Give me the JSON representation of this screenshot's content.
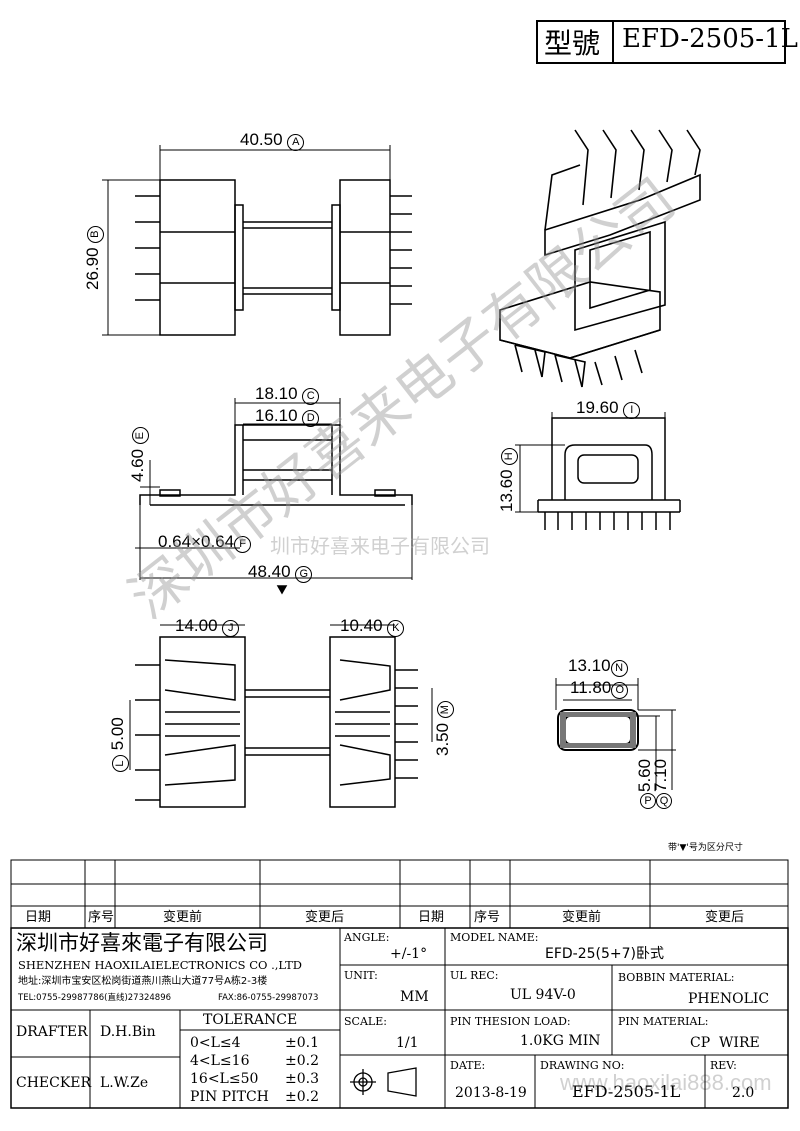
{
  "title_box": {
    "label": "型號",
    "model": "EFD-2505-1L"
  },
  "dimensions": {
    "A": "40.50",
    "B": "26.90",
    "C": "18.10",
    "D": "16.10",
    "E": "4.60",
    "F": "0.64×0.64",
    "G": "48.40",
    "H": "13.60",
    "I": "19.60",
    "J": "14.00",
    "K": "10.40",
    "L": "5.00",
    "M": "3.50",
    "N": "13.10",
    "O": "11.80",
    "P": "5.60",
    "Q": "7.10"
  },
  "letters": {
    "A": "A",
    "B": "B",
    "C": "C",
    "D": "D",
    "E": "E",
    "F": "F",
    "G": "G",
    "H": "H",
    "I": "I",
    "J": "J",
    "K": "K",
    "L": "L",
    "M": "M",
    "N": "N",
    "O": "O",
    "P": "P",
    "Q": "Q"
  },
  "note": "带'▼'号为区分尺寸",
  "watermark": {
    "text1": "深圳市好喜来电子有限公司",
    "text2": "圳市好喜来电子有限公司",
    "text3": "www.haoxilai888.com"
  },
  "revision_header": {
    "date": "日期",
    "seq": "序号",
    "before": "变更前",
    "after": "变更后"
  },
  "company": {
    "name_cn": "深圳市好喜來電子有限公司",
    "name_en": "SHENZHEN HAOXILAIELECTRONICS CO .,LTD",
    "address": "地址:深圳市宝安区松岗街道燕川燕山大道77号A栋2-3楼",
    "tel": "TEL:0755-29987786(直线)27324896",
    "fax": "FAX:86-0755-29987073"
  },
  "specs": {
    "angle_label": "ANGLE:",
    "angle_value": "+/-1°",
    "model_name_label": "MODEL NAME:",
    "model_name_value": "EFD-25(5+7)卧式",
    "unit_label": "UNIT:",
    "unit_value": "MM",
    "ul_label": "UL REC:",
    "ul_value": "UL 94V-0",
    "bobbin_label": "BOBBIN MATERIAL:",
    "bobbin_value": "PHENOLIC",
    "scale_label": "SCALE:",
    "scale_value": "1/1",
    "pin_load_label": "PIN THESION LOAD:",
    "pin_load_value": "1.0KG MIN",
    "pin_material_label": "PIN MATERIAL:",
    "pin_material_value": "CP  WIRE",
    "date_label": "DATE:",
    "date_value": "2013-8-19",
    "drawing_no_label": "DRAWING NO:",
    "drawing_no_value": "EFD-2505-1L",
    "rev_label": "REV:",
    "rev_value": "2.0"
  },
  "people": {
    "drafter_label": "DRAFTER",
    "drafter": "D.H.Bin",
    "checker_label": "CHECKER",
    "checker": "L.W.Ze"
  },
  "tolerance": {
    "title": "TOLERANCE",
    "rows": [
      {
        "range": "0<L≤4",
        "value": "±0.1"
      },
      {
        "range": "4<L≤16",
        "value": "±0.2"
      },
      {
        "range": "16<L≤50",
        "value": "±0.3"
      },
      {
        "range": "PIN PITCH",
        "value": "±0.2"
      }
    ]
  }
}
